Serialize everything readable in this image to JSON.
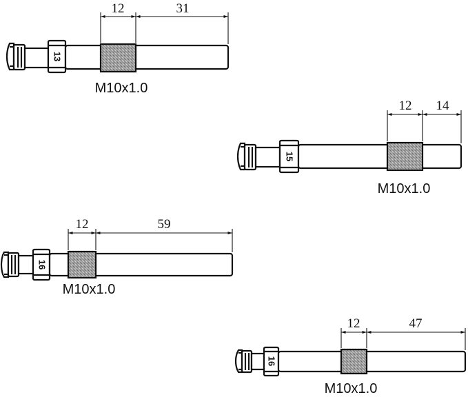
{
  "parts": [
    {
      "id": "part-1",
      "hex": "13",
      "thread": "M10x1.0",
      "dims": [
        "12",
        "31"
      ]
    },
    {
      "id": "part-2",
      "hex": "15",
      "thread": "M10x1.0",
      "dims": [
        "12",
        "14"
      ]
    },
    {
      "id": "part-3",
      "hex": "16",
      "thread": "M10x1.0",
      "dims": [
        "12",
        "59"
      ]
    },
    {
      "id": "part-4",
      "hex": "16",
      "thread": "M10x1.0",
      "dims": [
        "12",
        "47"
      ]
    }
  ],
  "colors": {
    "ink": "#111111",
    "thread": "#9a9a9a",
    "background": "#ffffff"
  }
}
